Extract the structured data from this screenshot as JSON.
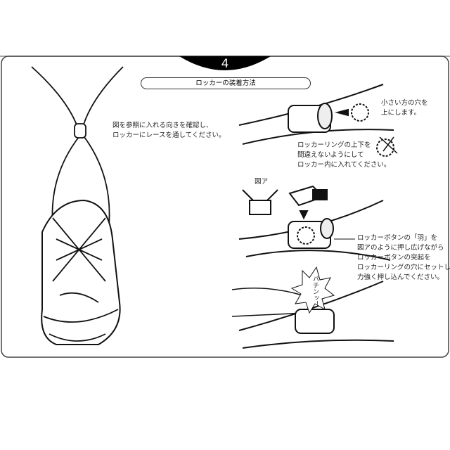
{
  "step_number": "4",
  "section_title": "ロッカーの装着方法",
  "instructions": {
    "insert_lace": [
      "図を参照に入れる向きを確認し、",
      "ロッカーにレースを通してください。"
    ],
    "small_hole_up": [
      "小さい方の穴を",
      "上にします。"
    ],
    "ring_orientation": [
      "ロッカーリングの上下を",
      "間違えないようにして",
      "ロッカー内に入れてください。"
    ],
    "press_button": [
      "ロッカーボタンの「羽」を",
      "図アのように押し広げながら",
      "ロッカーボタンの突起を",
      "ロッカーリングの穴にセットし",
      "力強く押し込んでください。"
    ]
  },
  "figure_label": "図ア",
  "sound_effect": "パチンッ！"
}
